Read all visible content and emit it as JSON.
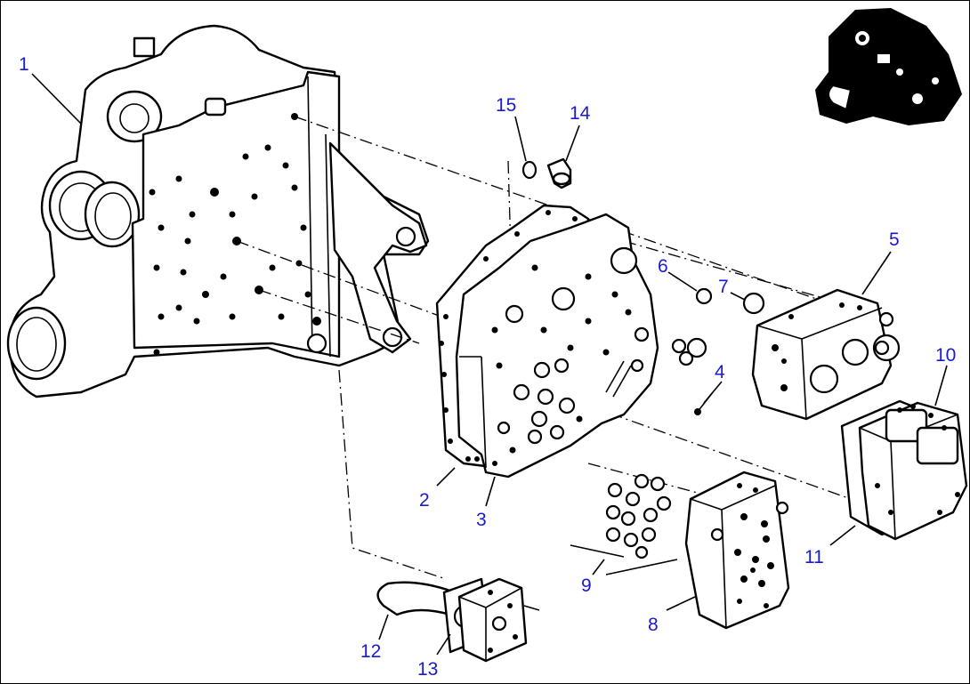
{
  "callouts": [
    {
      "id": "1",
      "label": "1"
    },
    {
      "id": "2",
      "label": "2"
    },
    {
      "id": "3",
      "label": "3"
    },
    {
      "id": "4",
      "label": "4"
    },
    {
      "id": "5",
      "label": "5"
    },
    {
      "id": "6",
      "label": "6"
    },
    {
      "id": "7",
      "label": "7"
    },
    {
      "id": "8",
      "label": "8"
    },
    {
      "id": "9",
      "label": "9"
    },
    {
      "id": "10",
      "label": "10"
    },
    {
      "id": "11",
      "label": "11"
    },
    {
      "id": "12",
      "label": "12"
    },
    {
      "id": "13",
      "label": "13"
    },
    {
      "id": "14",
      "label": "14"
    },
    {
      "id": "15",
      "label": "15"
    }
  ],
  "colors": {
    "callout": "#1a1ad0",
    "line": "#000000",
    "background": "#ffffff"
  }
}
